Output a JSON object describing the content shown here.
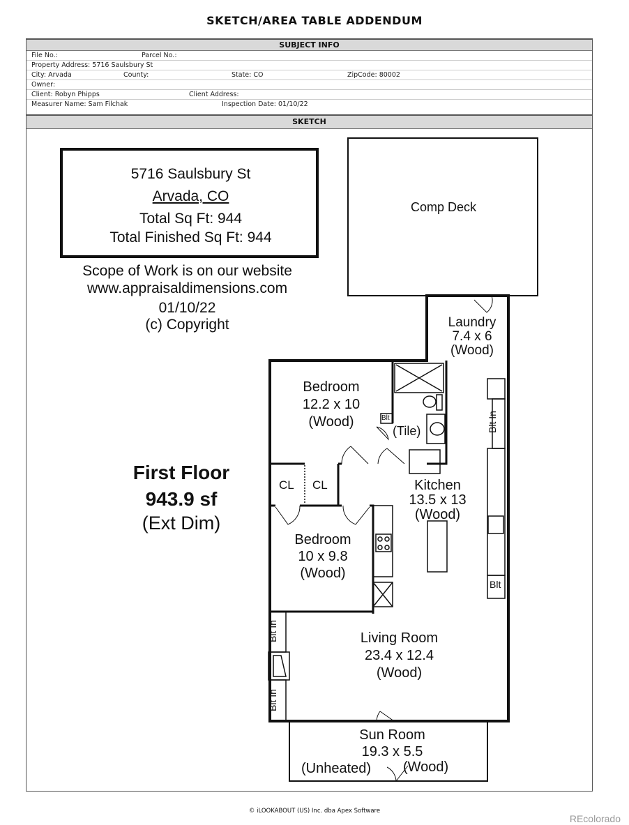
{
  "title": "SKETCH/AREA TABLE ADDENDUM",
  "subject_info": {
    "header": "SUBJECT INFO",
    "file_no": "File No.:",
    "parcel_no": "Parcel No.:",
    "property_address": "Property Address: 5716 Saulsbury St",
    "city": "City: Arvada",
    "county": "County:",
    "state": "State: CO",
    "zipcode": "ZipCode: 80002",
    "owner": "Owner:",
    "client": "Client: Robyn Phipps",
    "client_address": "Client Address:",
    "measurer": "Measurer Name: Sam Filchak",
    "inspection_date": "Inspection Date: 01/10/22"
  },
  "sketch": {
    "header": "SKETCH",
    "info_box": {
      "street": "5716 Saulsbury St",
      "city": "Arvada, CO",
      "total_sqft": "Total Sq Ft: 944",
      "total_finished": "Total Finished Sq Ft: 944"
    },
    "scope": [
      "Scope of Work is on our website",
      "www.appraisaldimensions.com",
      "01/10/22",
      "(c) Copyright"
    ],
    "floor": {
      "name": "First Floor",
      "area": "943.9 sf",
      "note": "(Ext Dim)"
    },
    "rooms": {
      "deck": "Comp Deck",
      "laundry": [
        "Laundry",
        "7.4 x 6",
        "(Wood)"
      ],
      "bedroom1": [
        "Bedroom",
        "12.2 x 10",
        "(Wood)"
      ],
      "bath": "(Tile)",
      "kitchen": [
        "Kitchen",
        "13.5 x 13",
        "(Wood)"
      ],
      "closet1": "CL",
      "closet2": "CL",
      "bedroom2": [
        "Bedroom",
        "10 x 9.8",
        "(Wood)"
      ],
      "living": [
        "Living Room",
        "23.4 x 12.4",
        "(Wood)"
      ],
      "sun": [
        "Sun Room",
        "19.3 x 5.5",
        "(Unheated)",
        "(Wood)"
      ]
    },
    "labels": {
      "blt": "Blt",
      "blt_in": "Blt In"
    }
  },
  "footer": "© iLOOKABOUT (US) Inc. dba Apex Software",
  "watermark": "REcolorado"
}
